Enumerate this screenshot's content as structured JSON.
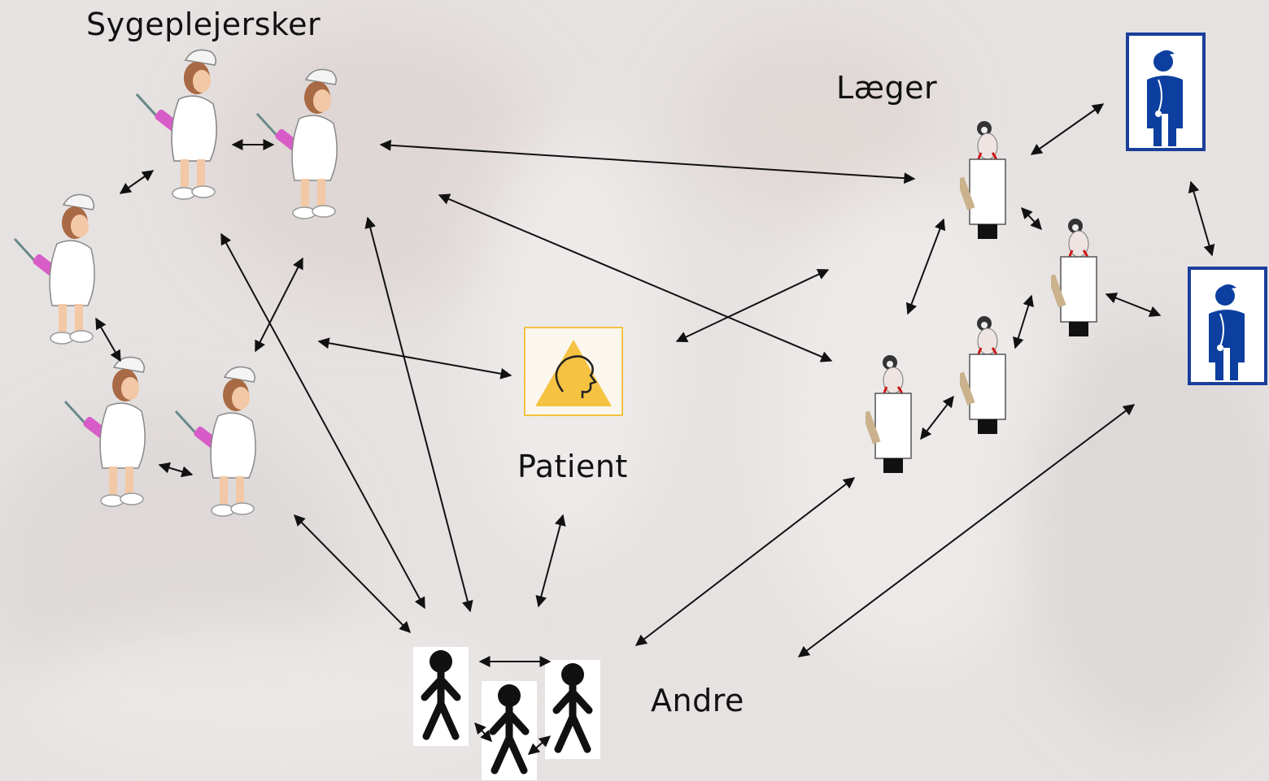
{
  "labels": {
    "nurses": "Sygeplejersker",
    "doctors": "Læger",
    "patient": "Patient",
    "others": "Andre"
  },
  "icons": {
    "nurse": "nurse-icon",
    "doctor": "doctor-icon",
    "senior_doctor": "senior-doctor-icon",
    "patient": "patient-head-icon",
    "person": "stick-person-icon"
  },
  "colors": {
    "arrow": "#111111",
    "patient_triangle": "#f5c242",
    "senior_doctor_frame": "#1a3f9a",
    "senior_doctor_suit": "#0d3fa0",
    "nurse_syringe": "#d85cc8",
    "stethoscope": "#d01818"
  }
}
